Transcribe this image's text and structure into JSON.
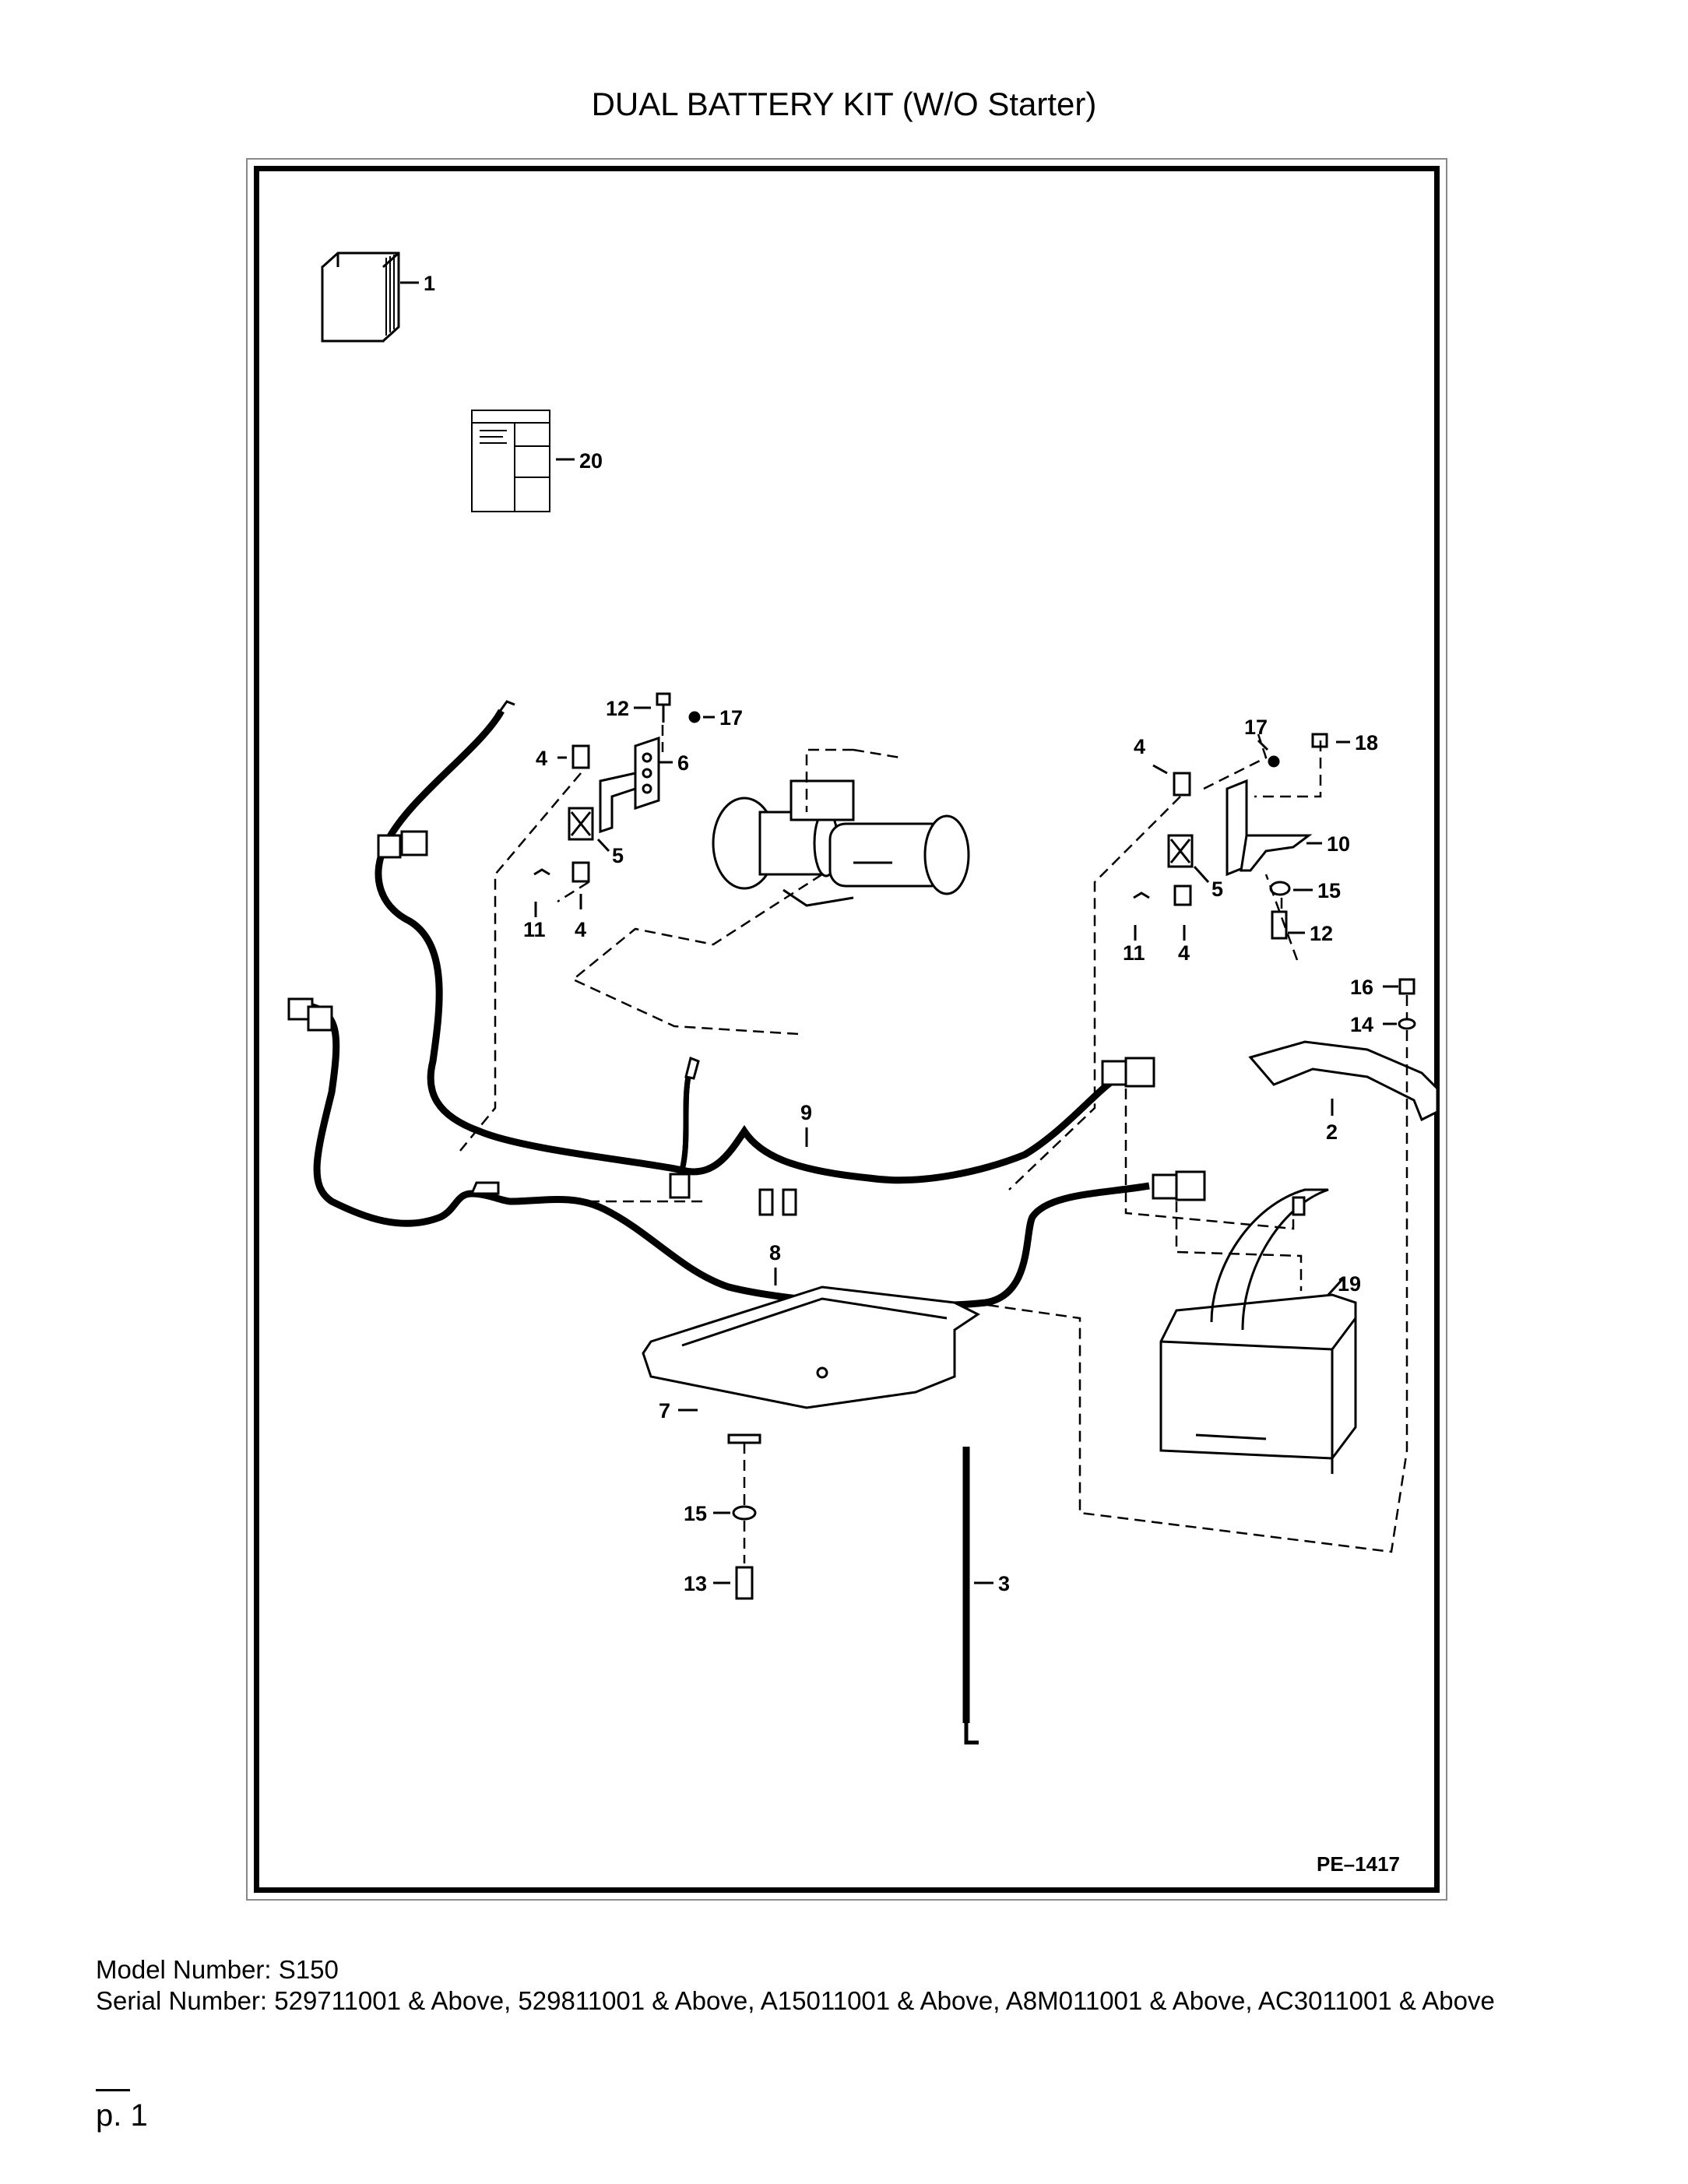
{
  "title": "DUAL BATTERY KIT (W/O Starter)",
  "diagram": {
    "code": "PE–1417",
    "callouts": [
      {
        "label": "1"
      },
      {
        "label": "20"
      },
      {
        "label": "12"
      },
      {
        "label": "17"
      },
      {
        "label": "4"
      },
      {
        "label": "6"
      },
      {
        "label": "5"
      },
      {
        "label": "11"
      },
      {
        "label": "4"
      },
      {
        "label": "4"
      },
      {
        "label": "17"
      },
      {
        "label": "18"
      },
      {
        "label": "10"
      },
      {
        "label": "15"
      },
      {
        "label": "5"
      },
      {
        "label": "12"
      },
      {
        "label": "11"
      },
      {
        "label": "4"
      },
      {
        "label": "16"
      },
      {
        "label": "14"
      },
      {
        "label": "9"
      },
      {
        "label": "2"
      },
      {
        "label": "8"
      },
      {
        "label": "19"
      },
      {
        "label": "7"
      },
      {
        "label": "15"
      },
      {
        "label": "13"
      },
      {
        "label": "3"
      }
    ]
  },
  "footer": {
    "model": "Model Number: S150",
    "serial": "Serial Number: 529711001 & Above, 529811001 & Above, A15011001 & Above, A8M011001 & Above, AC3011001 & Above",
    "page": "p. 1"
  }
}
